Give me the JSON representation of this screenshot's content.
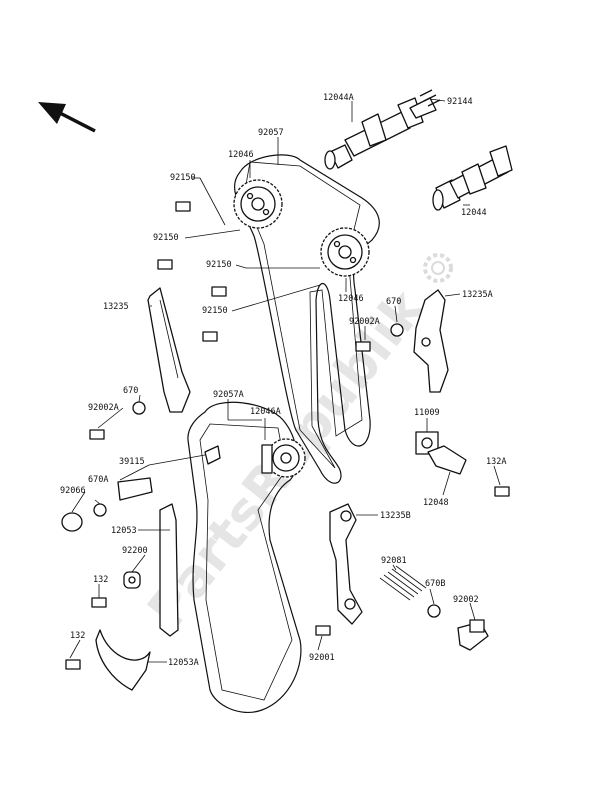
{
  "watermark": "PartsRepublik",
  "labels": {
    "l12044A": "12044A",
    "l92144": "92144",
    "l92057": "92057",
    "l12046a": "12046",
    "l92150a": "92150",
    "l92150b": "92150",
    "l92150c": "92150",
    "l92150d": "92150",
    "l12044": "12044",
    "l13235": "13235",
    "l12046b": "12046",
    "l670a": "670",
    "l13235A": "13235A",
    "l92002A_r": "92002A",
    "l670b": "670",
    "l92002A_l": "92002A",
    "l92057A": "92057A",
    "l12046A": "12046A",
    "l11009": "11009",
    "l39115": "39115",
    "l132A": "132A",
    "l12048": "12048",
    "l92066": "92066",
    "l670A": "670A",
    "l13235B": "13235B",
    "l12053": "12053",
    "l92200": "92200",
    "l92081": "92081",
    "l132a": "132",
    "l670B": "670B",
    "l92002": "92002",
    "l132b": "132",
    "l12053A": "12053A",
    "l92001": "92001"
  }
}
